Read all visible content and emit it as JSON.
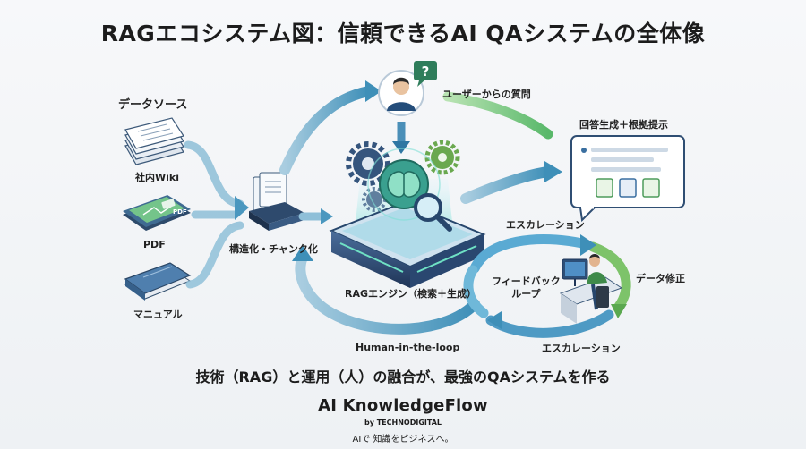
{
  "title": "RAGエコシステム図：信頼できるAI QAシステムの全体像",
  "data_sources": {
    "heading": "データソース",
    "items": [
      "社内Wiki",
      "PDF",
      "マニュアル"
    ],
    "pdf_badge": "PDF"
  },
  "process": {
    "chunking": "構造化・チャンク化",
    "engine": "RAGエンジン（検索＋生成）",
    "user_question": "ユーザーからの質問",
    "answer": "回答生成＋根拠提示"
  },
  "loop": {
    "escalation_top": "エスカレーション",
    "data_fix": "データ修正",
    "feedback_loop": "フィードバック\nループ",
    "escalation_bottom": "エスカレーション",
    "human_in_loop": "Human-in-the-loop"
  },
  "tagline": "技術（RAG）と運用（人）の融合が、最強のQAシステムを作る",
  "brand": {
    "name": "AI KnowledgeFlow",
    "by": "by TECHNODIGITAL",
    "motto": "AIで 知識をビジネスへ。"
  }
}
